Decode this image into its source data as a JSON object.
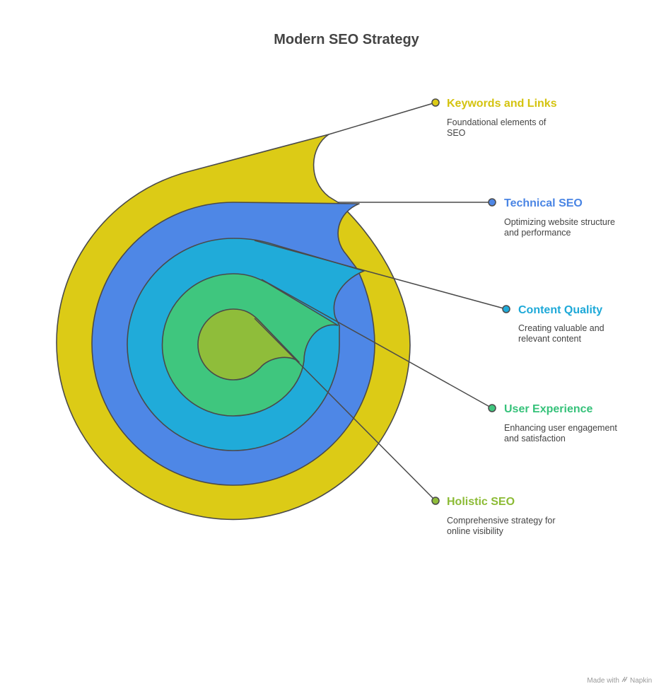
{
  "title": "Modern SEO Strategy",
  "footer": {
    "made_with": "Made with",
    "brand": "Napkin",
    "icon": "napkin-logo-icon"
  },
  "layers": [
    {
      "key": "keywords",
      "title": "Keywords and Links",
      "description": [
        "Foundational elements of",
        "SEO"
      ],
      "color": "#dccb16",
      "title_color": "#d4c30f"
    },
    {
      "key": "technical",
      "title": "Technical SEO",
      "description": [
        "Optimizing website structure",
        "and performance"
      ],
      "color": "#4e87e6",
      "title_color": "#4a85e4"
    },
    {
      "key": "content",
      "title": "Content Quality",
      "description": [
        "Creating valuable and",
        "relevant content"
      ],
      "color": "#20abd9",
      "title_color": "#1ea9d8"
    },
    {
      "key": "ux",
      "title": "User Experience",
      "description": [
        "Enhancing user engagement",
        "and satisfaction"
      ],
      "color": "#3fc67e",
      "title_color": "#36c27a"
    },
    {
      "key": "holistic",
      "title": "Holistic SEO",
      "description": [
        "Comprehensive strategy for",
        "online visibility"
      ],
      "color": "#8fbd3a",
      "title_color": "#8cbb35"
    }
  ]
}
